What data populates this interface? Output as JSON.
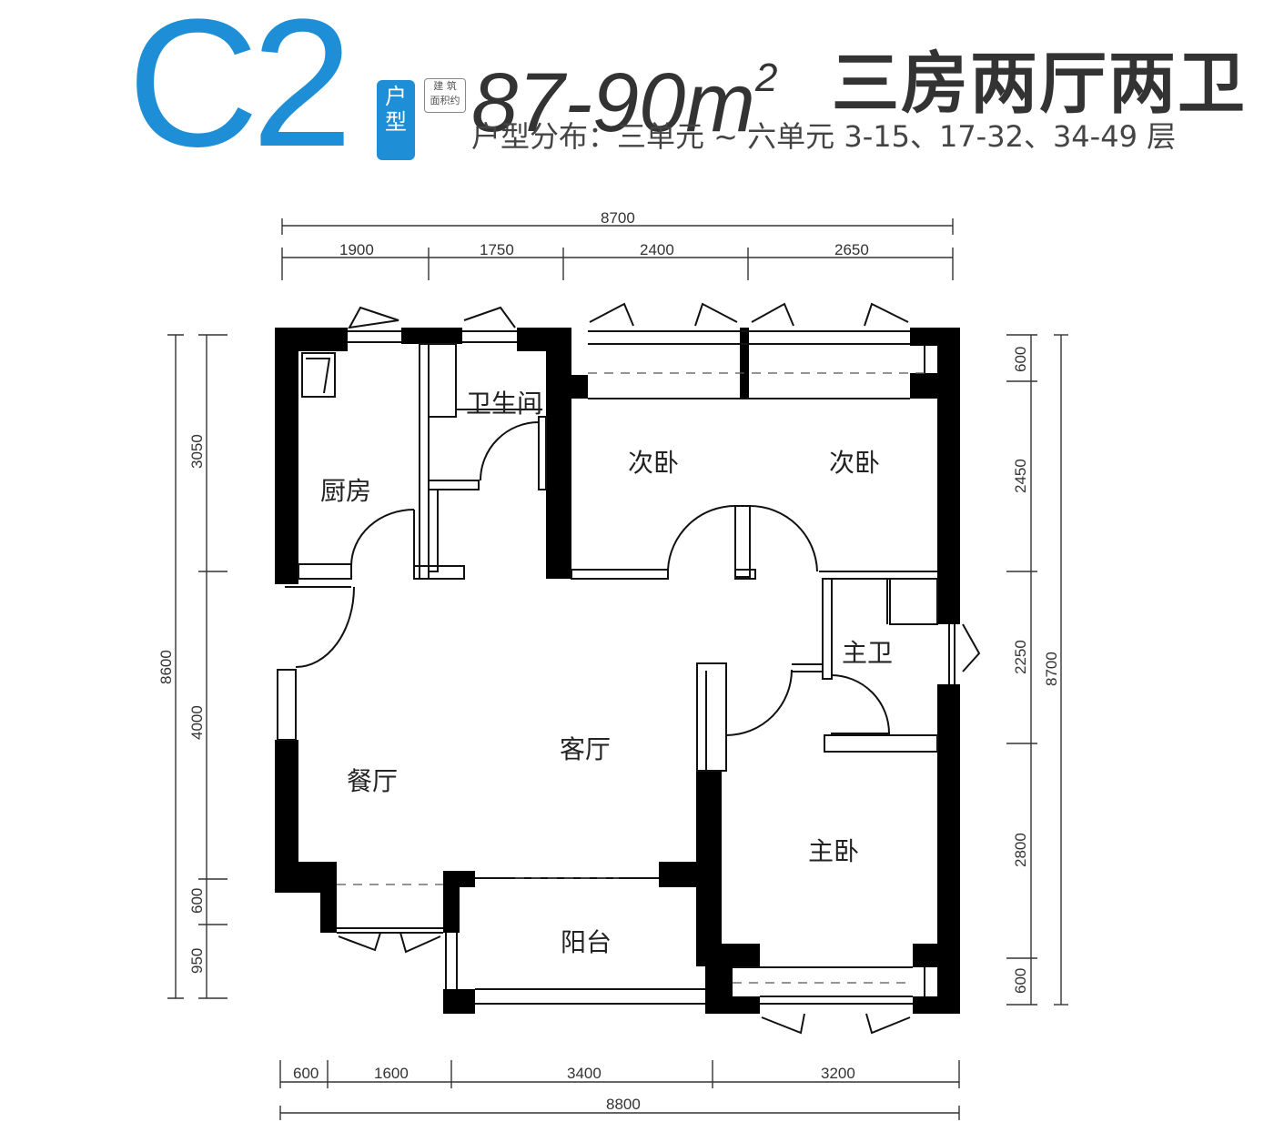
{
  "header": {
    "unit_code": "C2",
    "type_badge": [
      "户",
      "型"
    ],
    "area_tag": [
      "建 筑",
      "面积约"
    ],
    "area": "87-90m",
    "area_sup": "2",
    "layout": "三房两厅两卫",
    "distribution": "户型分布：三单元 ~ 六单元 3-15、17-32、34-49 层"
  },
  "rooms": {
    "kitchen": "厨房",
    "bathroom": "卫生间",
    "bedroom2a": "次卧",
    "bedroom2b": "次卧",
    "master_bath": "主卫",
    "living": "客厅",
    "dining": "餐厅",
    "master_bed": "主卧",
    "balcony": "阳台"
  },
  "dimensions": {
    "top_total": "8700",
    "top": [
      "1900",
      "1750",
      "2400",
      "2650"
    ],
    "bottom": [
      "600",
      "1600",
      "3400",
      "3200"
    ],
    "bottom_total": "8800",
    "left": [
      "3050",
      "4000",
      "600",
      "950"
    ],
    "left_total": "8600",
    "right": [
      "600",
      "2450",
      "2250",
      "2800",
      "600"
    ],
    "right_total": "8700"
  },
  "colors": {
    "accent": "#1e8fd6",
    "wall": "#000000"
  }
}
